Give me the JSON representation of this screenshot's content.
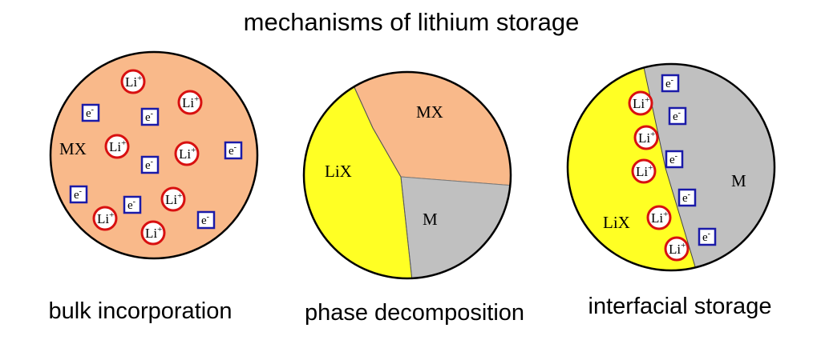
{
  "title": "mechanisms of lithium storage",
  "colors": {
    "mx": "#f9b98a",
    "lix": "#ffff24",
    "m": "#c0c0c0",
    "lithium_ring": "#d81010",
    "electron_box": "#1a1aa8",
    "outline": "#000000"
  },
  "species": {
    "lithium_base": "Li",
    "lithium_charge": "+",
    "electron_base": "e",
    "electron_charge": "-"
  },
  "panels": {
    "bulk": {
      "caption": "bulk incorporation",
      "label_mx": "MX"
    },
    "phase": {
      "caption": "phase decomposition",
      "label_mx": "MX",
      "label_lix": "LiX",
      "label_m": "M"
    },
    "interfacial": {
      "caption": "interfacial storage",
      "label_lix": "LiX",
      "label_m": "M"
    }
  }
}
